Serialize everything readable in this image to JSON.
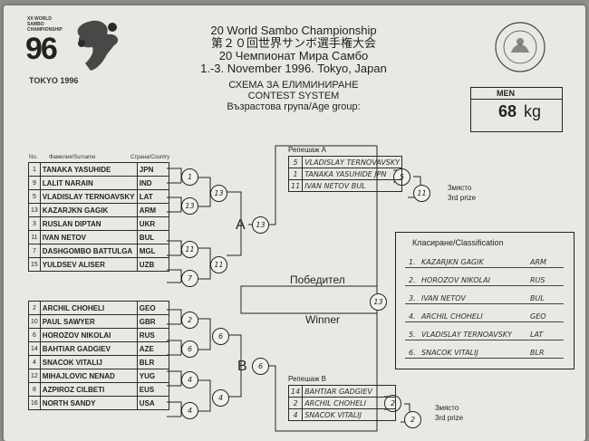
{
  "logo": {
    "line1": "XX WORLD",
    "line2": "SAMBO",
    "line3": "CHAMPIONSHIP",
    "year": "96",
    "city": "TOKYO 1996"
  },
  "header": {
    "line1": "20 World Sambo Championship",
    "line2": "第２０回世界サンボ選手権大会",
    "line3": "20 Чемпионат Мира Самбо",
    "line4": "1.-3. November 1996. Tokyo, Japan",
    "line5": "СХЕМА ЗА ЕЛИМИНИРАНЕ",
    "line6": "CONTEST SYSTEM",
    "line7": "Възрастова група/Age group:"
  },
  "category": {
    "label": "MEN",
    "weight": "68",
    "unit": "kg"
  },
  "columns": {
    "no": "No.",
    "name": "Фамилия/Surname",
    "country": "Страна/Country"
  },
  "pool_a": [
    {
      "no": "1",
      "name": "TANAKA YASUHIDE",
      "country": "JPN"
    },
    {
      "no": "9",
      "name": "LALIT NARAIN",
      "country": "IND"
    },
    {
      "no": "5",
      "name": "VLADISLAY TERNOAVSKY",
      "country": "LAT"
    },
    {
      "no": "13",
      "name": "KAZARJKN GAGIK",
      "country": "ARM"
    },
    {
      "no": "3",
      "name": "RUSLAN DIPTAN",
      "country": "UKR"
    },
    {
      "no": "11",
      "name": "IVAN NETOV",
      "country": "BUL"
    },
    {
      "no": "7",
      "name": "DASHGOMBO BATTULGA",
      "country": "MGL"
    },
    {
      "no": "15",
      "name": "YULDSEV ALISER",
      "country": "UZB"
    }
  ],
  "pool_b": [
    {
      "no": "2",
      "name": "ARCHIL CHOHELI",
      "country": "GEO"
    },
    {
      "no": "10",
      "name": "PAUL SAWYER",
      "country": "GBR"
    },
    {
      "no": "6",
      "name": "HOROZOV NIKOLAI",
      "country": "RUS"
    },
    {
      "no": "14",
      "name": "BAHTIAR GADGIEV",
      "country": "AZE"
    },
    {
      "no": "4",
      "name": "SNACOK VITALIJ",
      "country": "BLR"
    },
    {
      "no": "12",
      "name": "MIHAJLOVIC NENAD",
      "country": "YUG"
    },
    {
      "no": "8",
      "name": "AZPIROZ CILBETI",
      "country": "EUS"
    },
    {
      "no": "16",
      "name": "NORTH SANDY",
      "country": "USA"
    }
  ],
  "bracket_a": {
    "r1": [
      "1",
      "13",
      "11",
      "7"
    ],
    "r2": [
      "13",
      "11"
    ],
    "final": "13",
    "label": "A"
  },
  "bracket_b": {
    "r1": [
      "2",
      "6",
      "4",
      "4"
    ],
    "r2": [
      "6",
      "4"
    ],
    "final": "6",
    "label": "B"
  },
  "final": {
    "winner_label_bg": "Победител",
    "winner_label_en": "Winner",
    "winner_no": "13"
  },
  "repechage_a": {
    "title": "Репешаж A",
    "rows": [
      {
        "no": "5",
        "name": "VLADISLAY TERNOVAVSKY"
      },
      {
        "no": "1",
        "name": "TANAKA YASUHIDE JPN"
      },
      {
        "no": "11",
        "name": "IVAN NETOV BUL"
      }
    ],
    "circles": [
      "5",
      "11"
    ],
    "place_bg": "3място",
    "place_en": "3rd prize"
  },
  "repechage_b": {
    "title": "Репешаж B",
    "rows": [
      {
        "no": "14",
        "name": "BAHTIAR GADGIEV"
      },
      {
        "no": "2",
        "name": "ARCHIL CHOHELI"
      },
      {
        "no": "4",
        "name": "SNACOK VITALIJ"
      }
    ],
    "circles": [
      "2",
      "2"
    ],
    "place_bg": "3място",
    "place_en": "3rd prize"
  },
  "classification": {
    "title": "Класиране/Classification",
    "rows": [
      {
        "rank": "1.",
        "name": "KAZARJKN GAGIK",
        "country": "ARM"
      },
      {
        "rank": "2.",
        "name": "HOROZOV NIKOLAI",
        "country": "RUS"
      },
      {
        "rank": "3.",
        "name": "IVAN NETOV",
        "country": "BUL"
      },
      {
        "rank": "4.",
        "name": "ARCHIL CHOHELI",
        "country": "GEO"
      },
      {
        "rank": "5.",
        "name": "VLADISLAY TERNOAVSKY",
        "country": "LAT"
      },
      {
        "rank": "6.",
        "name": "SNACOK VITALIJ",
        "country": "BLR"
      }
    ]
  }
}
